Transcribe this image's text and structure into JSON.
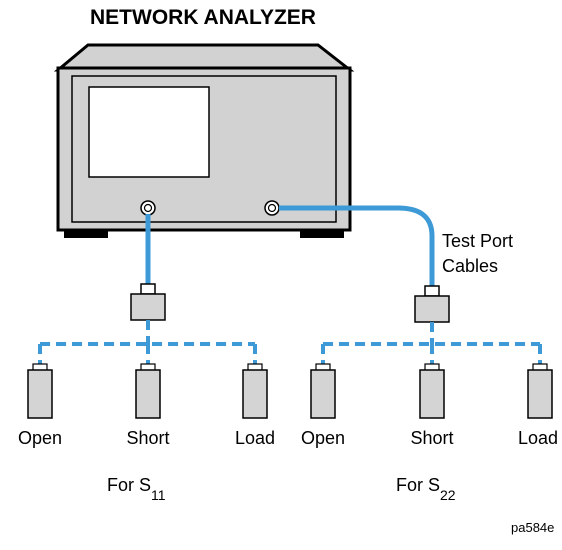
{
  "title": "NETWORK ANALYZER",
  "cable_label_line1": "Test Port",
  "cable_label_line2": "Cables",
  "left_group": {
    "items": [
      "Open",
      "Short",
      "Load"
    ],
    "caption_prefix": "For S",
    "caption_subscript": "11"
  },
  "right_group": {
    "items": [
      "Open",
      "Short",
      "Load"
    ],
    "caption_prefix": "For S",
    "caption_subscript": "22"
  },
  "figure_id": "pa584e",
  "colors": {
    "instrument_fill": "#d2d2d2",
    "instrument_dark": "#000000",
    "cable": "#3d9ad7",
    "standard_fill": "#d4d4d4"
  }
}
